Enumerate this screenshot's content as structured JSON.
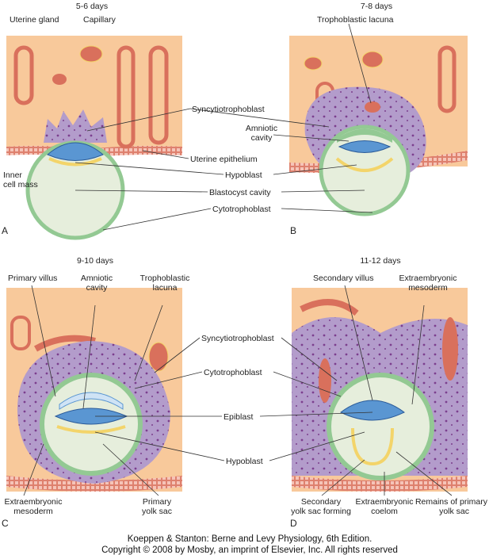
{
  "panels": [
    {
      "letter": "A",
      "title": "5-6 days",
      "labels": {
        "uterine_gland": "Uterine gland",
        "capillary": "Capillary",
        "inner_cell_mass_1": "Inner",
        "inner_cell_mass_2": "cell mass"
      }
    },
    {
      "letter": "B",
      "title": "7-8 days",
      "labels": {
        "trophoblastic_lacuna": "Trophoblastic lacuna",
        "amniotic_1": "Amniotic",
        "amniotic_2": "cavity"
      }
    },
    {
      "letter": "C",
      "title": "9-10 days",
      "labels": {
        "primary_villus": "Primary villus",
        "amniotic_1": "Amniotic",
        "amniotic_2": "cavity",
        "lacuna_1": "Trophoblastic",
        "lacuna_2": "lacuna",
        "extra_meso_1": "Extraembryonic",
        "extra_meso_2": "mesoderm",
        "primary_ys_1": "Primary",
        "primary_ys_2": "yolk sac"
      }
    },
    {
      "letter": "D",
      "title": "11-12 days",
      "labels": {
        "secondary_villus": "Secondary villus",
        "extra_meso_1": "Extraembryonic",
        "extra_meso_2": "mesoderm",
        "sec_ys_1": "Secondary",
        "sec_ys_2": "yolk sac forming",
        "coelom_1": "Extraembryonic",
        "coelom_2": "coelom",
        "remains_1": "Remains of primary",
        "remains_2": "yolk sac"
      }
    }
  ],
  "center_labels_top": {
    "syncytiotrophoblast": "Syncytiotrophoblast",
    "uterine_epithelium": "Uterine epithelium",
    "hypoblast": "Hypoblast",
    "blastocyst_cavity": "Blastocyst cavity",
    "cytotrophoblast": "Cytotrophoblast"
  },
  "center_labels_bottom": {
    "syncytiotrophoblast": "Syncytiotrophoblast",
    "cytotrophoblast": "Cytotrophoblast",
    "epiblast": "Epiblast",
    "hypoblast": "Hypoblast"
  },
  "caption": {
    "line1": "Koeppen & Stanton: Berne and Levy Physiology, 6th Edition.",
    "line2": "Copyright © 2008 by Mosby, an imprint of Elsevier, Inc. All rights reserved"
  },
  "colors": {
    "tissue": "#f8c99b",
    "syncytio": "#b39ccb",
    "cyto": "#93c993",
    "cavity": "#e6eedc",
    "epiblast": "#5a96d2",
    "vessel": "#d9705c",
    "hypoblast": "#f3d46a"
  }
}
